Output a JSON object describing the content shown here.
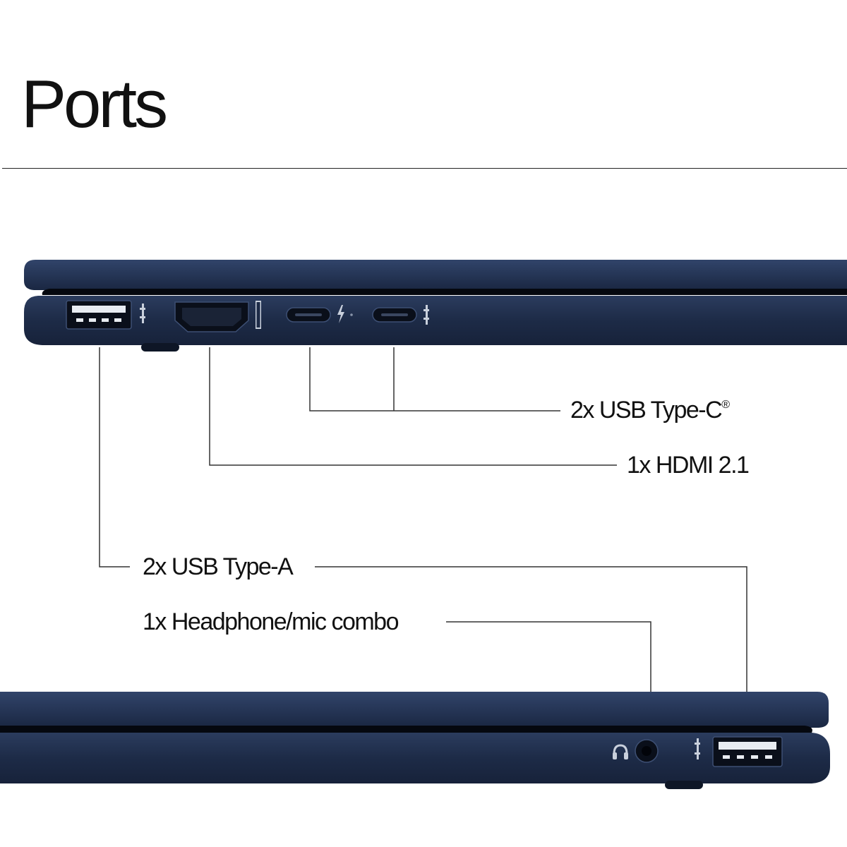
{
  "page": {
    "title": "Ports"
  },
  "colors": {
    "chassis": "#1c2a44",
    "chassis_highlight": "#2d3e5f",
    "port_dark": "#0a0f1a",
    "port_light": "#e8ecf2",
    "leader_line": "#333333"
  },
  "callouts": {
    "usb_c": {
      "text": "2x USB Type-C",
      "mark": "®"
    },
    "hdmi": {
      "text": "1x HDMI 2.1"
    },
    "usb_a": {
      "text": "2x USB Type-A"
    },
    "audio": {
      "text": "1x Headphone/mic combo"
    }
  },
  "icons": {
    "usb_a_left": "usb-icon",
    "hdmi": "hdmi-icon",
    "thunderbolt": "thunderbolt-icon",
    "usb_c_right": "usb-icon",
    "headphone": "headphone-icon",
    "usb_a_right": "usb-icon"
  }
}
